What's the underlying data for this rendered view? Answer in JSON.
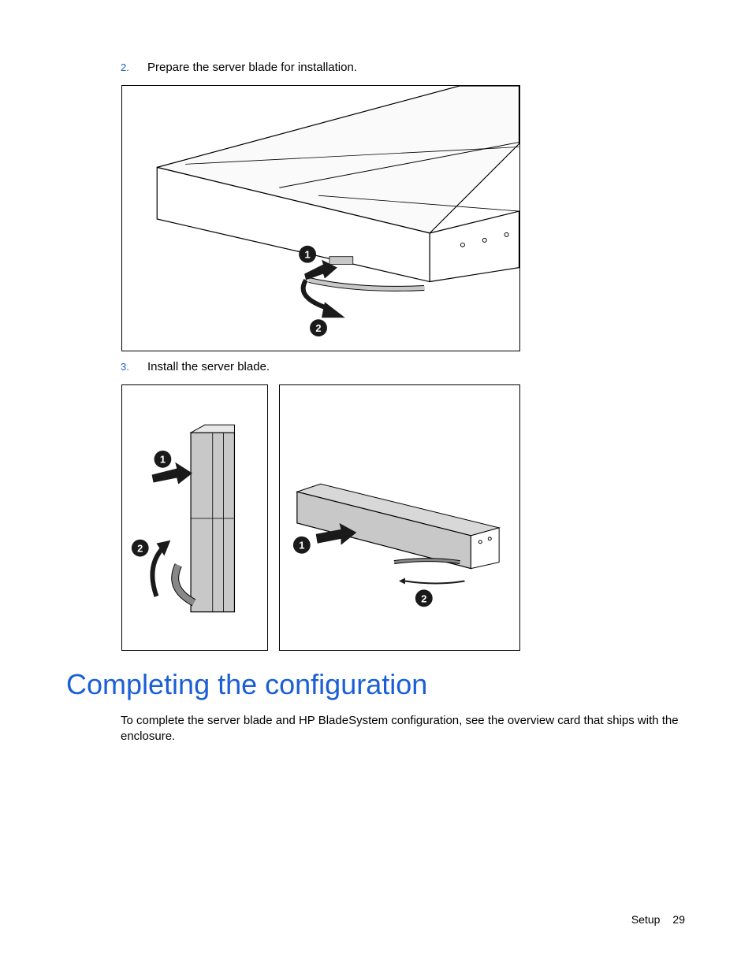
{
  "steps": [
    {
      "number": "2.",
      "text": "Prepare the server blade for installation."
    },
    {
      "number": "3.",
      "text": "Install the server blade."
    }
  ],
  "callouts": [
    "1",
    "2"
  ],
  "section": {
    "title": "Completing the configuration",
    "paragraph": "To complete the server blade and HP BladeSystem configuration, see the overview card that ships with the enclosure."
  },
  "footer": {
    "section_label": "Setup",
    "page_number": "29"
  },
  "colors": {
    "accent": "#1a5fd6",
    "blade_gray": "#c8c8c8",
    "dark": "#1a1a1a"
  }
}
